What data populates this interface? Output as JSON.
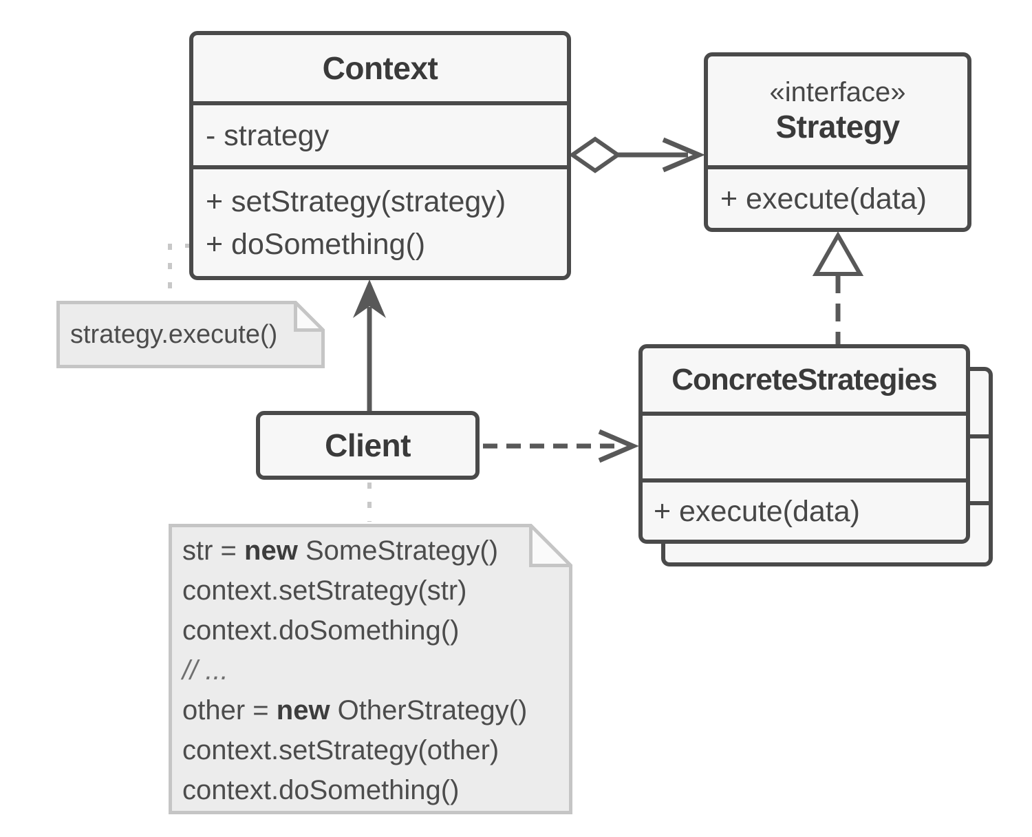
{
  "diagram": {
    "kind": "uml-class-diagram",
    "pattern": "Strategy"
  },
  "classes": {
    "context": {
      "title": "Context",
      "attributes": [
        "- strategy"
      ],
      "methods": [
        "+ setStrategy(strategy)",
        "+ doSomething()"
      ]
    },
    "strategy": {
      "stereotype": "«interface»",
      "title": "Strategy",
      "methods": [
        "+ execute(data)"
      ]
    },
    "concrete_strategies": {
      "title": "ConcreteStrategies",
      "attributes": [],
      "methods": [
        "+ execute(data)"
      ]
    },
    "client": {
      "title": "Client"
    }
  },
  "notes": {
    "strategy_call": {
      "text": "strategy.execute()"
    },
    "client_code": {
      "line1": {
        "pre": "str = ",
        "kw": "new",
        "post": " SomeStrategy()"
      },
      "line2": "context.setStrategy(str)",
      "line3": "context.doSomething()",
      "line4": "// ...",
      "line5": {
        "pre": "other = ",
        "kw": "new",
        "post": " OtherStrategy()"
      },
      "line6": "context.setStrategy(other)",
      "line7": "context.doSomething()"
    }
  },
  "relationships": [
    {
      "type": "aggregation",
      "from": "Context",
      "to": "Strategy"
    },
    {
      "type": "realization",
      "from": "ConcreteStrategies",
      "to": "Strategy"
    },
    {
      "type": "association",
      "from": "Client",
      "to": "Context"
    },
    {
      "type": "dependency",
      "from": "Client",
      "to": "ConcreteStrategies"
    },
    {
      "type": "note-anchor",
      "from": "strategy.execute() note",
      "to": "Context"
    },
    {
      "type": "note-anchor",
      "from": "Client",
      "to": "client code note"
    }
  ],
  "colors": {
    "box_border": "#4a4a4a",
    "box_fill": "#f7f7f7",
    "connector": "#585858",
    "note_fill": "#ececec",
    "note_border": "#c5c5c5",
    "note_anchor": "#c8c8c8",
    "text": "#454545"
  }
}
